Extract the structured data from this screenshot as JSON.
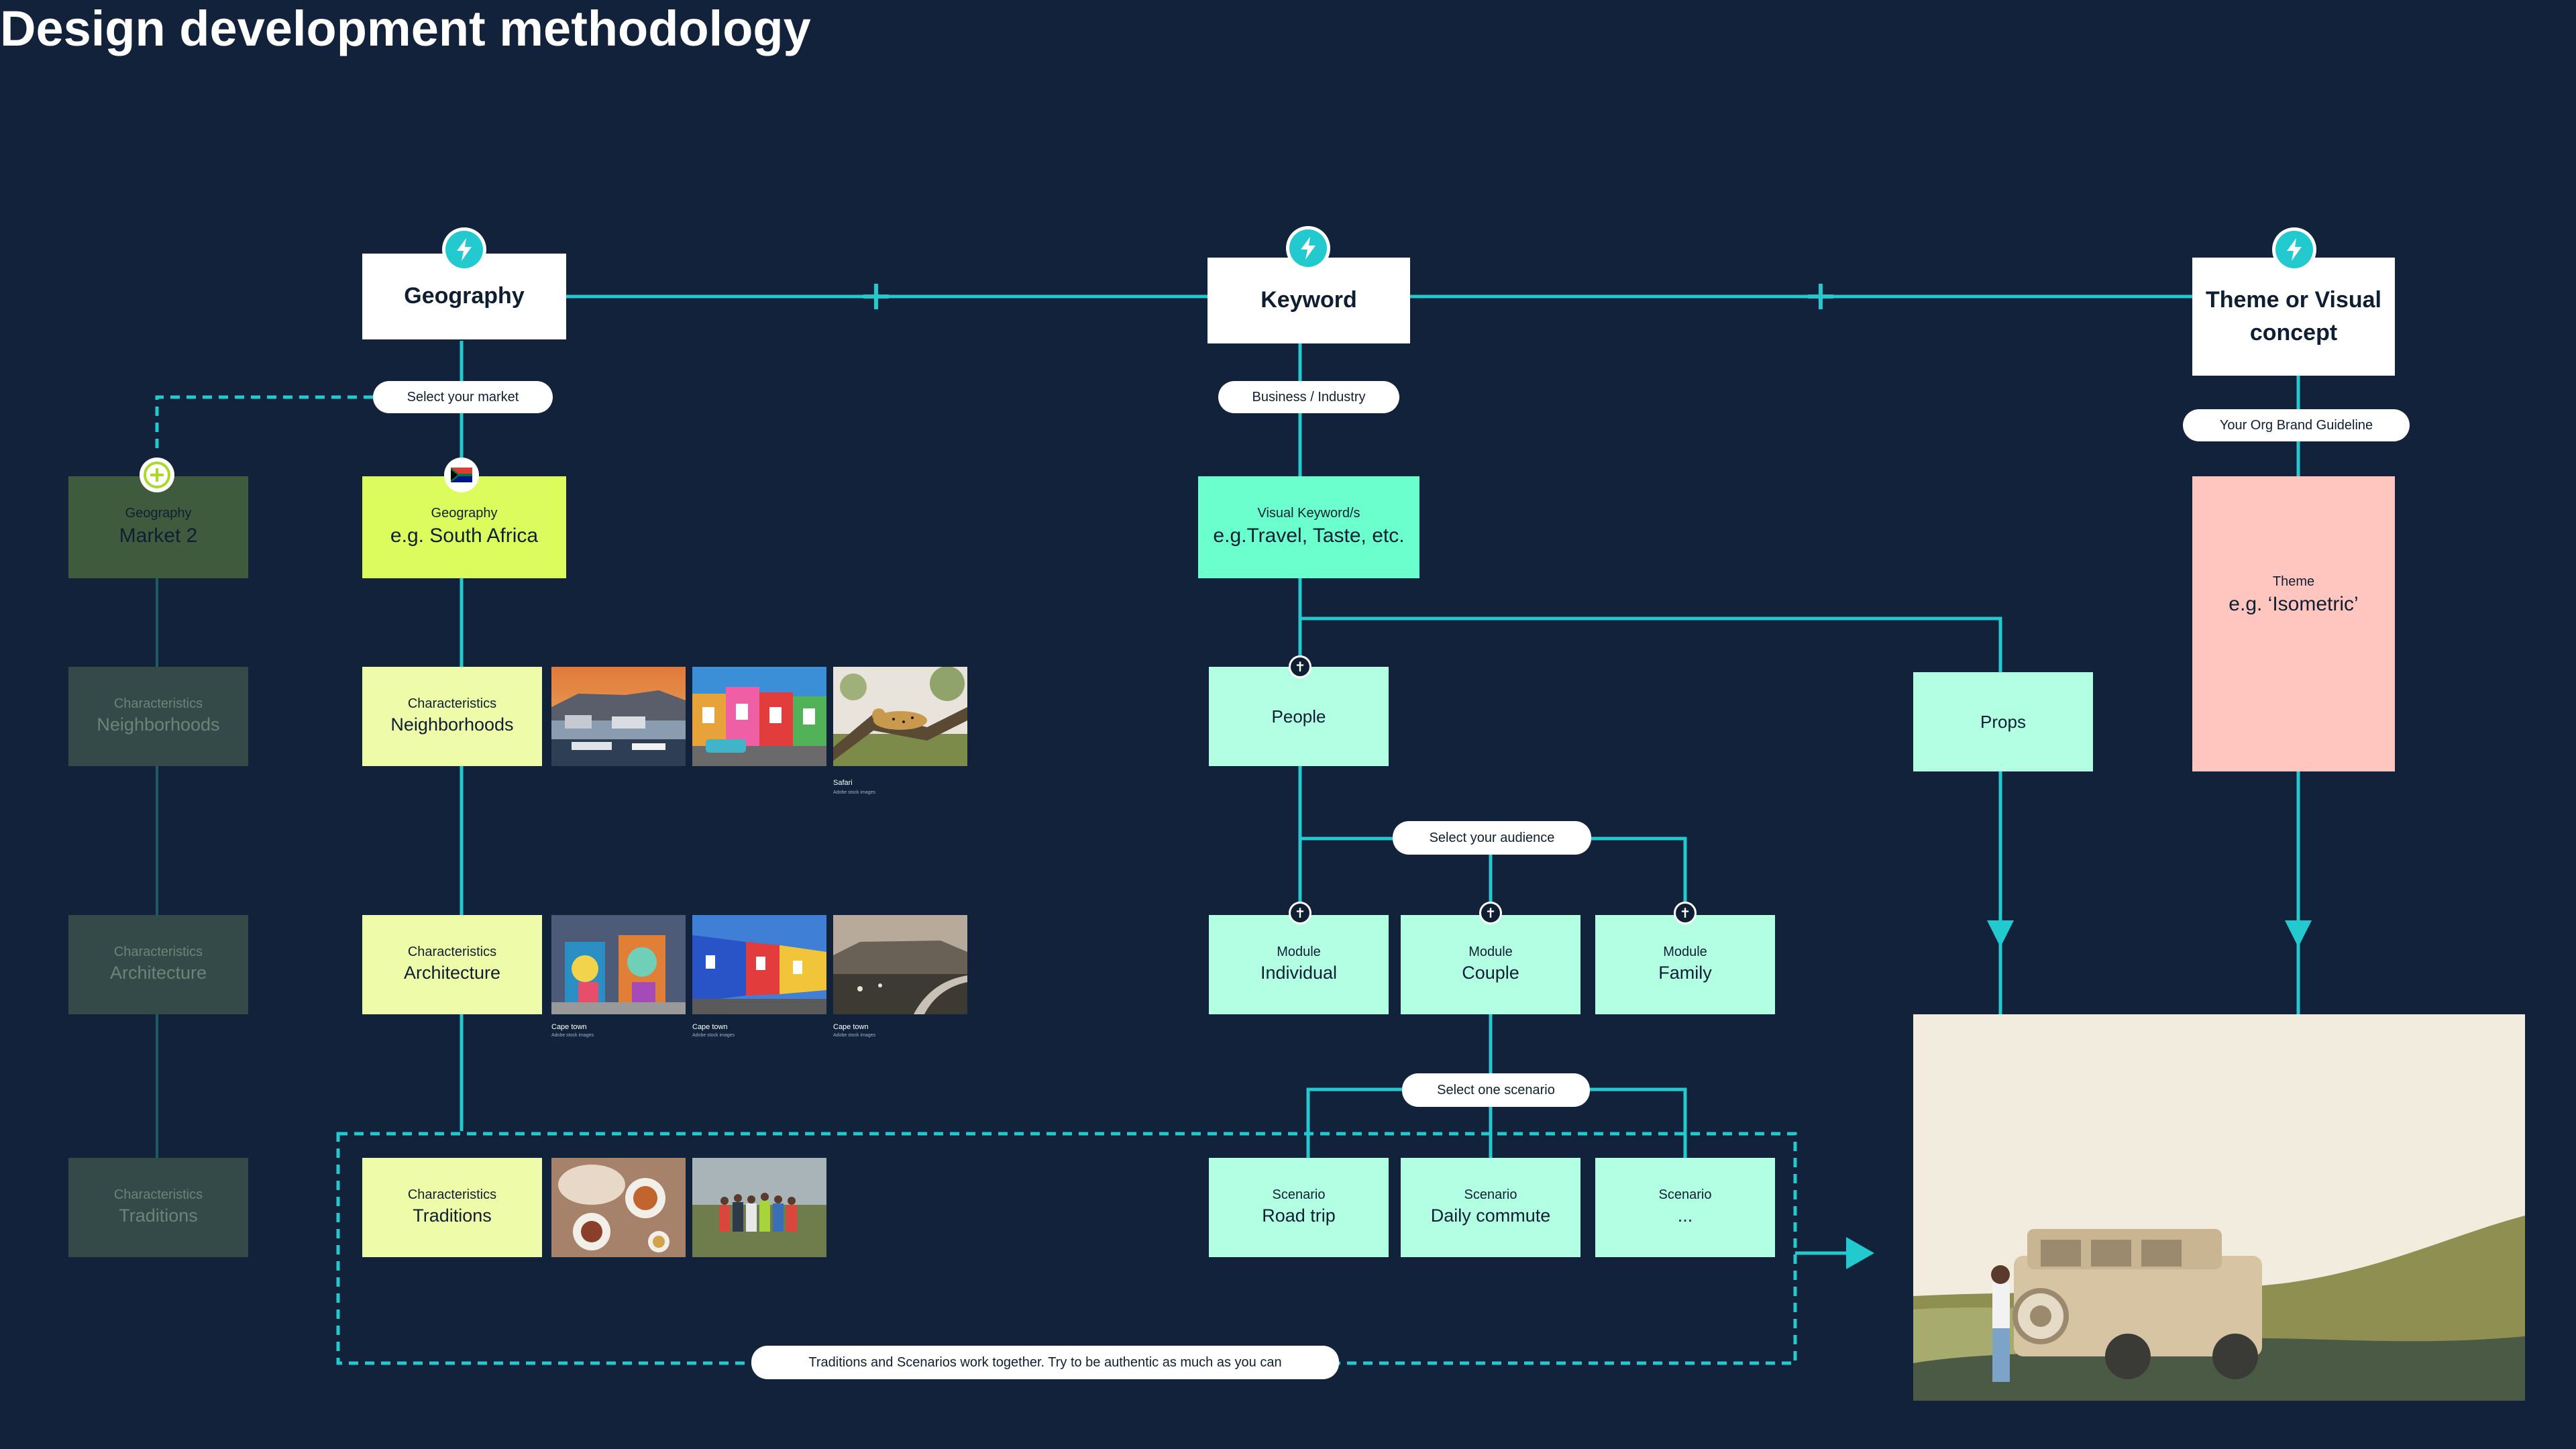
{
  "title": "Design development methodology",
  "headers": {
    "geography": "Geography",
    "keyword": "Keyword",
    "theme_line1": "Theme or Visual",
    "theme_line2": "concept"
  },
  "pills": {
    "select_market": "Select your market",
    "business_industry": "Business / Industry",
    "brand_guideline": "Your Org Brand Guideline",
    "select_audience": "Select your audience",
    "select_scenario": "Select one scenario",
    "traditions_note": "Traditions and Scenarios work together. Try to be authentic as much as you can"
  },
  "geography_market2": {
    "label": "Geography",
    "value": "Market 2"
  },
  "geography_main": {
    "label": "Geography",
    "value": "e.g. South Africa"
  },
  "visual_keyword": {
    "label": "Visual Keyword/s",
    "value": "e.g.Travel, Taste, etc."
  },
  "theme": {
    "label": "Theme",
    "value": "e.g. ‘Isometric’"
  },
  "ghost_characteristics": [
    {
      "label": "Characteristics",
      "value": "Neighborhoods"
    },
    {
      "label": "Characteristics",
      "value": "Architecture"
    },
    {
      "label": "Characteristics",
      "value": "Traditions"
    }
  ],
  "characteristics": [
    {
      "label": "Characteristics",
      "value": "Neighborhoods"
    },
    {
      "label": "Characteristics",
      "value": "Architecture"
    },
    {
      "label": "Characteristics",
      "value": "Traditions"
    }
  ],
  "photo_captions": {
    "safari": "Safari",
    "safari_credit": "Adobe stock images",
    "arch1": "Cape town",
    "arch1_credit": "Adobe stock images",
    "arch2": "Cape town",
    "arch2_credit": "Adobe stock images",
    "arch3": "Cape town",
    "arch3_credit": "Adobe stock images"
  },
  "people": "People",
  "props": "Props",
  "modules": [
    {
      "label": "Module",
      "value": "Individual"
    },
    {
      "label": "Module",
      "value": "Couple"
    },
    {
      "label": "Module",
      "value": "Family"
    }
  ],
  "scenarios": [
    {
      "label": "Scenario",
      "value": "Road trip"
    },
    {
      "label": "Scenario",
      "value": "Daily commute"
    },
    {
      "label": "Scenario",
      "value": "..."
    }
  ],
  "colors": {
    "background": "#11223a",
    "connector": "#22c9cf",
    "lime": "#dcfb5c",
    "pale_lime": "#eefba8",
    "mint": "#6affcd",
    "pale_mint": "#b2ffe4",
    "pink": "#ffc6c0",
    "olive": "#3f5b3e",
    "ghost": "#334a48"
  },
  "icons": {
    "header_badge": "lightning-bolt-icon",
    "add_market": "plus-circle-icon",
    "flag": "south-africa-flag-icon",
    "person": "person-icon"
  }
}
